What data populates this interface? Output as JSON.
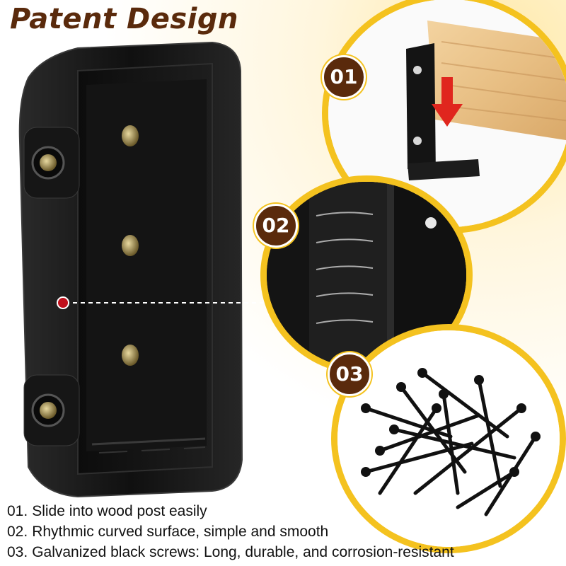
{
  "title": "Patent Design",
  "badges": [
    "01",
    "02",
    "03"
  ],
  "features": [
    {
      "num": "01.",
      "text": "Slide into wood post easily"
    },
    {
      "num": "02.",
      "text": "Rhythmic curved surface, simple and smooth"
    },
    {
      "num": "03.",
      "text": "Galvanized black screws: Long, durable, and corrosion-resistant"
    }
  ],
  "colors": {
    "title": "#5a2a0c",
    "badge": "#5a2a0c",
    "ring": "#f4c21f",
    "bracket": "#1a1a1a",
    "pointer_dot": "#c0101c",
    "arrow": "#e0261e"
  },
  "icons": [
    "down-arrow-icon",
    "pointer-dot-icon"
  ]
}
